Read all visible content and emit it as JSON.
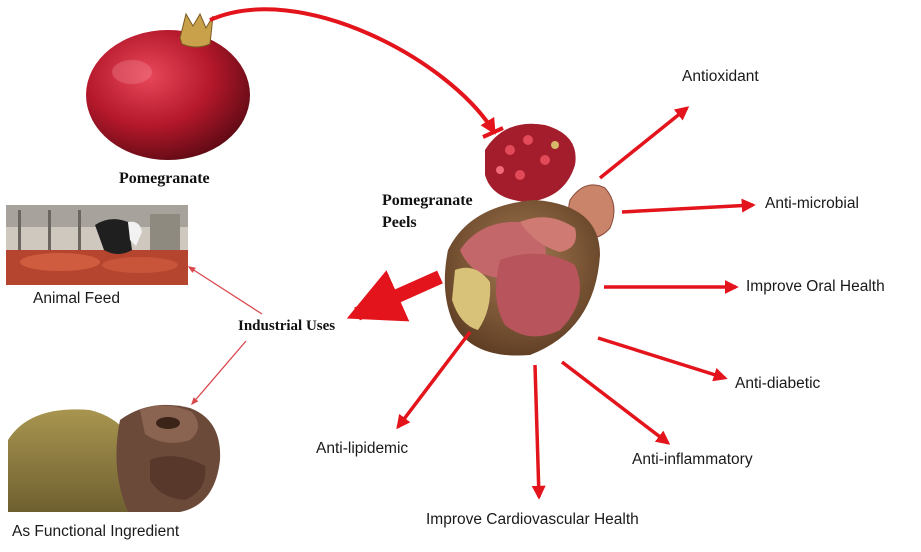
{
  "nodes": {
    "pomegranate": "Pomegranate",
    "peels_line1": "Pomegranate",
    "peels_line2": "Peels",
    "industrial_uses": "Industrial Uses",
    "animal_feed": "Animal Feed",
    "functional_ingredient": "As Functional Ingredient"
  },
  "benefits": [
    "Antioxidant",
    "Anti-microbial",
    "Improve Oral Health",
    "Anti-diabetic",
    "Anti-inflammatory",
    "Improve Cardiovascular Health",
    "Anti-lipidemic"
  ],
  "colors": {
    "arrow": "#e3141b",
    "arrow_thin": "#d9474d",
    "fruit": "#b5182b",
    "peel": "#c4676b",
    "powder": "#8a7a3a",
    "bark": "#6b4a3a"
  },
  "icons": {
    "fruit": "pomegranate-fruit",
    "peels": "pomegranate-peels-bowl",
    "feed": "cattle-feed-photo",
    "ingredient": "peel-powder-photo"
  }
}
